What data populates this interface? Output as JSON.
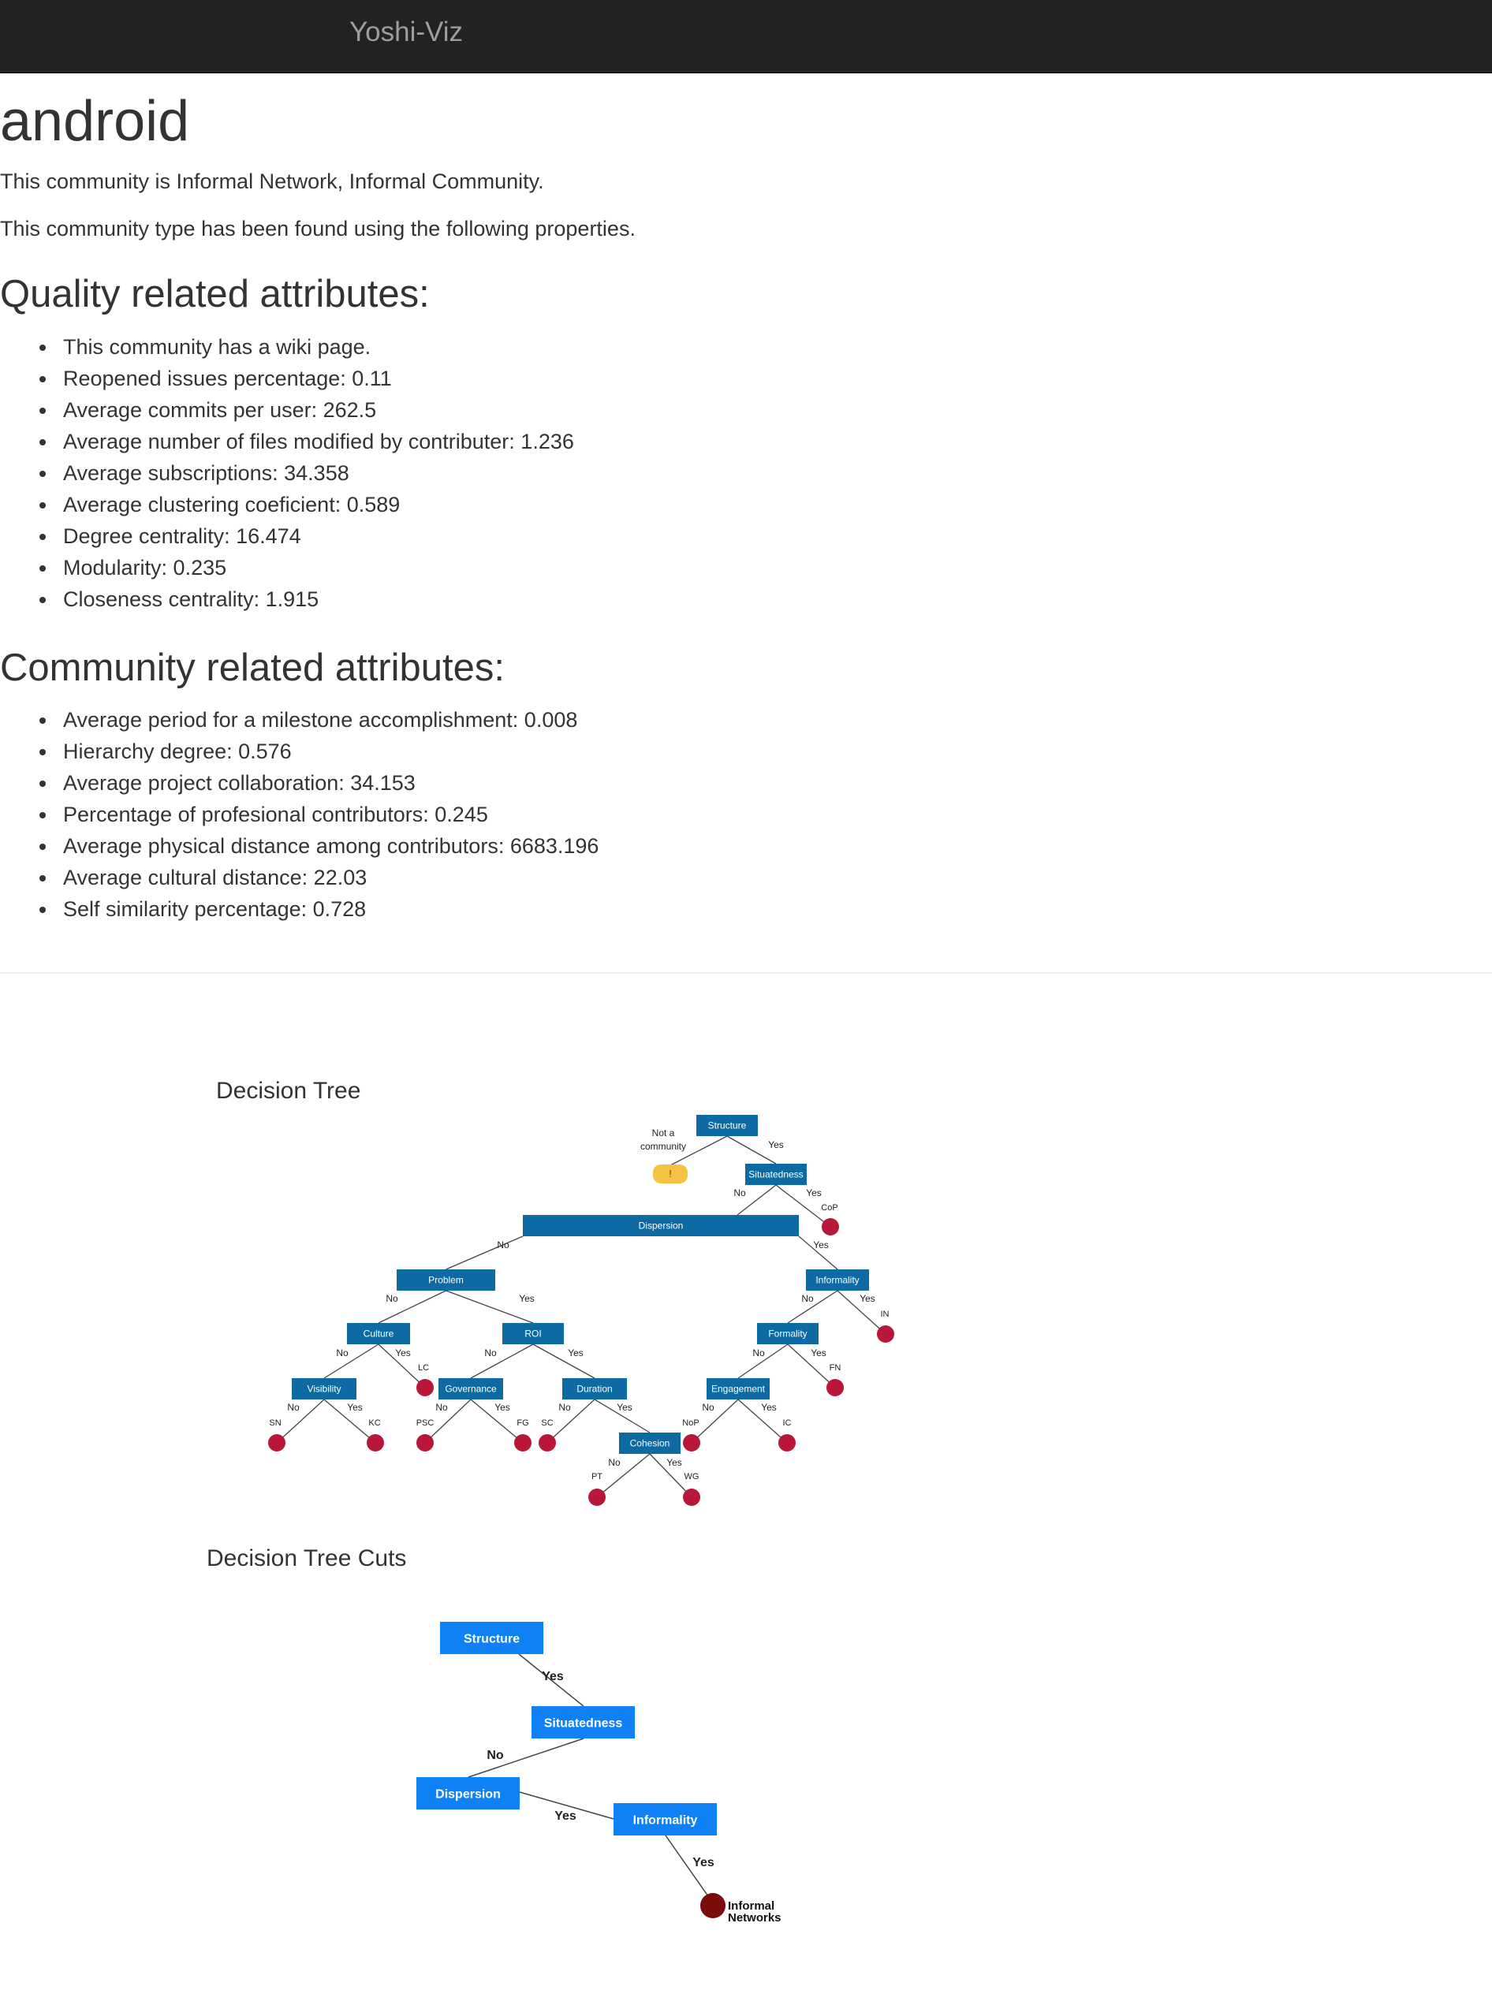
{
  "navbar": {
    "brand": "Yoshi-Viz"
  },
  "page": {
    "title": "android",
    "community_text": "This community is Informal Network, Informal Community.",
    "properties_text": "This community type has been found using the following properties."
  },
  "quality": {
    "heading": "Quality related attributes:",
    "items": [
      "This community has a wiki page.",
      "Reopened issues percentage: 0.11",
      "Average commits per user: 262.5",
      "Average number of files modified by contributer: 1.236",
      "Average subscriptions: 34.358",
      "Average clustering coeficient: 0.589",
      "Degree centrality: 16.474",
      "Modularity: 0.235",
      "Closeness centrality: 1.915"
    ]
  },
  "community": {
    "heading": "Community related attributes:",
    "items": [
      "Average period for a milestone accomplishment: 0.008",
      "Hierarchy degree: 0.576",
      "Average project collaboration: 34.153",
      "Percentage of profesional contributors: 0.245",
      "Average physical distance among contributors: 6683.196",
      "Average cultural distance: 22.03",
      "Self similarity percentage: 0.728"
    ]
  },
  "figures": {
    "tree_caption": "Decision Tree",
    "cuts_caption": "Decision Tree Cuts"
  },
  "tree": {
    "colors": {
      "node": "#0e6aa3",
      "leaf": "#b8173a",
      "warn": "#f6c244"
    },
    "node_labels": {
      "structure": "Structure",
      "situatedness": "Situatedness",
      "dispersion": "Dispersion",
      "problem": "Problem",
      "informality": "Informality",
      "culture": "Culture",
      "roi": "ROI",
      "formality": "Formality",
      "visibility": "Visibility",
      "governance": "Governance",
      "duration": "Duration",
      "engagement": "Engagement",
      "cohesion": "Cohesion"
    },
    "leaf_labels": {
      "not_community": "Not a community",
      "warn": "!",
      "cop": "CoP",
      "in": "IN",
      "lc": "LC",
      "fn": "FN",
      "sn": "SN",
      "kc": "KC",
      "psc": "PSC",
      "fg": "FG",
      "sc": "SC",
      "nop": "NoP",
      "ic": "IC",
      "pt": "PT",
      "wg": "WG"
    },
    "yes": "Yes",
    "no": "No"
  },
  "cuts": {
    "colors": {
      "node": "#1081f4",
      "leaf": "#7a0c0c"
    },
    "nodes": {
      "structure": "Structure",
      "situatedness": "Situatedness",
      "dispersion": "Dispersion",
      "informality": "Informality"
    },
    "leaf": "Informal Networks",
    "yes": "Yes",
    "no": "No"
  }
}
